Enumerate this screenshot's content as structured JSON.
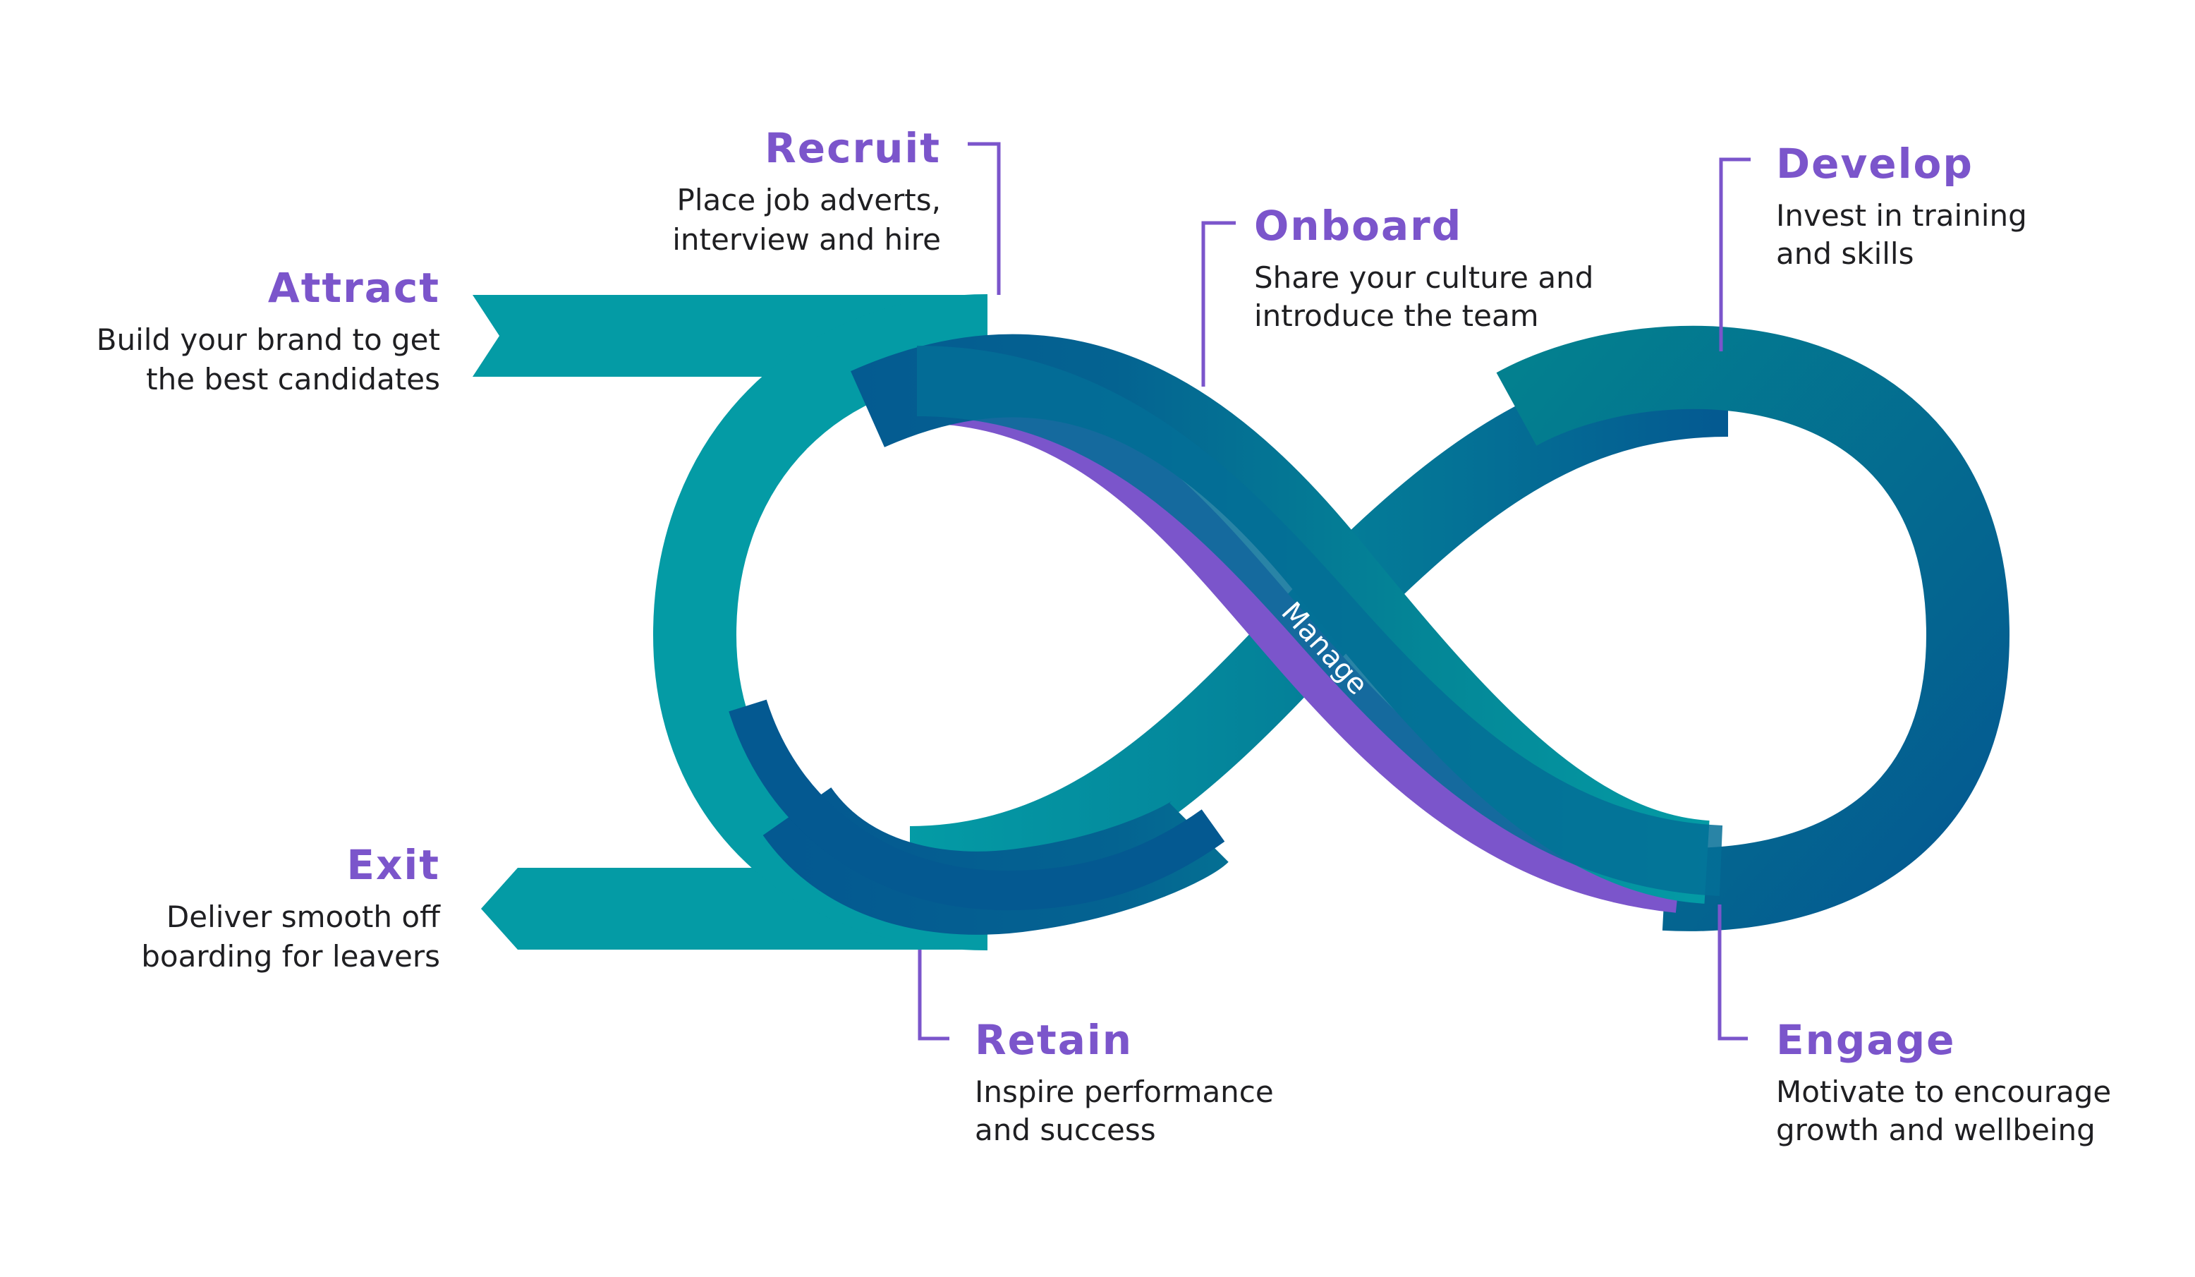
{
  "colors": {
    "accent": "#7B55CB",
    "teal": "#049BA5",
    "teal_mid": "#047F98",
    "navy": "#045991",
    "purple_band": "#7B55CB",
    "text": "#1F1F22",
    "background": "#FFFFFF"
  },
  "center_label": "Manage",
  "stages": {
    "attract": {
      "title": "Attract",
      "desc": [
        "Build your brand to get",
        "the best candidates"
      ]
    },
    "recruit": {
      "title": "Recruit",
      "desc": [
        "Place job adverts,",
        "interview and hire"
      ]
    },
    "onboard": {
      "title": "Onboard",
      "desc": [
        "Share your culture and",
        "introduce the team"
      ]
    },
    "develop": {
      "title": "Develop",
      "desc": [
        "Invest in training",
        "and skills"
      ]
    },
    "engage": {
      "title": "Engage",
      "desc": [
        "Motivate to encourage",
        "growth and wellbeing"
      ]
    },
    "retain": {
      "title": "Retain",
      "desc": [
        "Inspire performance",
        "and success"
      ]
    },
    "exit": {
      "title": "Exit",
      "desc": [
        "Deliver smooth off",
        "boarding for leavers"
      ]
    }
  }
}
